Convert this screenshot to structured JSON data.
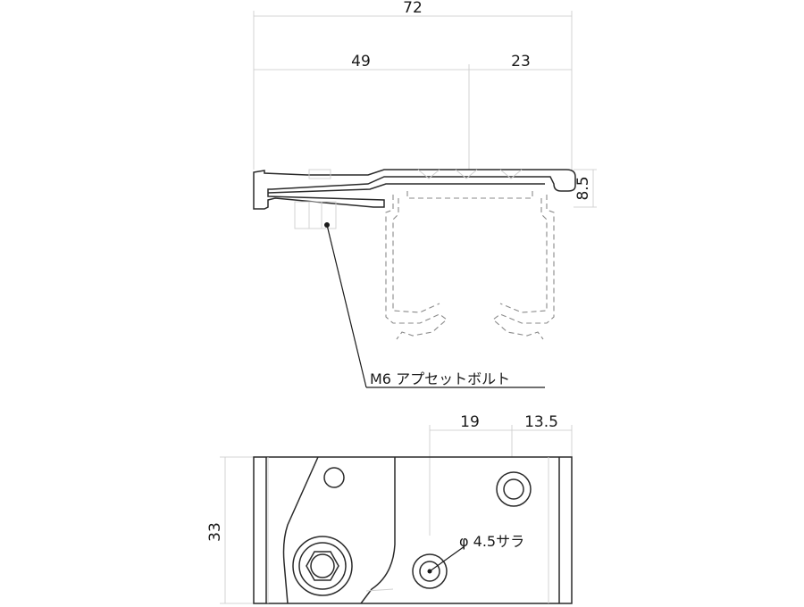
{
  "dimensions": {
    "top_total": "72",
    "top_left": "49",
    "top_right": "23",
    "right_height": "8.5",
    "bottom_left_span": "19",
    "bottom_right_span": "13.5",
    "bottom_height": "33"
  },
  "callouts": {
    "bolt": "M6 アプセットボルト",
    "hole": "φ 4.5サラ"
  },
  "colors": {
    "outline": "#2a2a2a",
    "hidden": "#8a8a8a",
    "dimension": "#c8c8c8"
  }
}
